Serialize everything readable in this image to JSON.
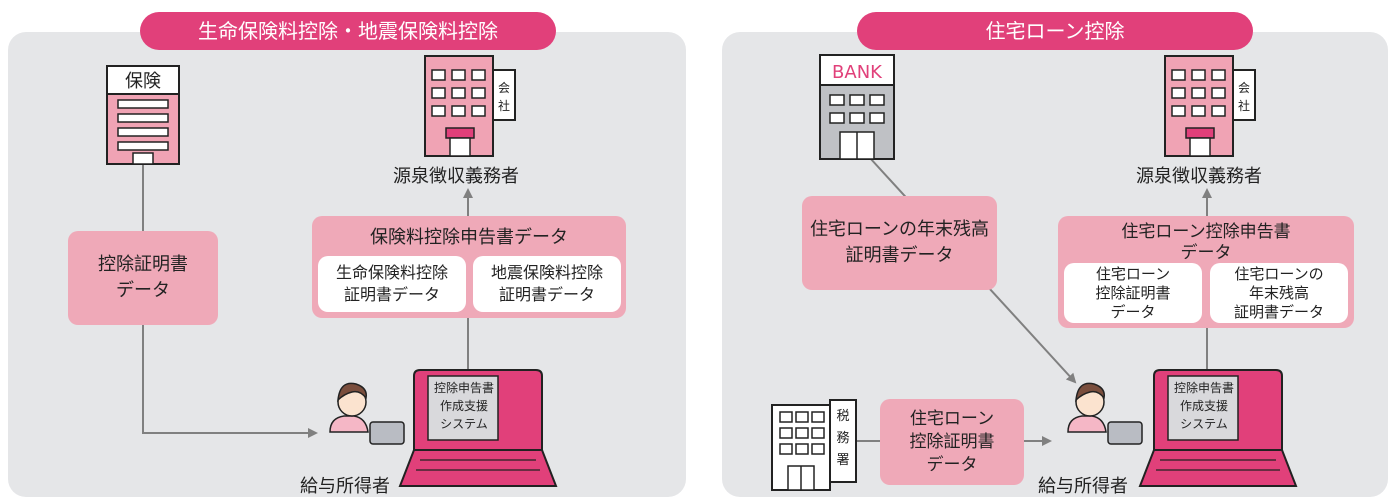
{
  "left": {
    "title": "生命保険料控除・地震保険料控除",
    "insurer_sign": "保険",
    "company_sign": "会社",
    "employer_label": "源泉徴収義務者",
    "cert_box": [
      "控除証明書",
      "データ"
    ],
    "app_box_title": "保険料控除申告書データ",
    "sub_box_1": [
      "生命保険料控除",
      "証明書データ"
    ],
    "sub_box_2": [
      "地震保険料控除",
      "証明書データ"
    ],
    "laptop_screen": [
      "控除申告書",
      "作成支援",
      "システム"
    ],
    "person_label": "給与所得者"
  },
  "right": {
    "title": "住宅ローン控除",
    "bank_sign": "BANK",
    "company_sign": "会社",
    "employer_label": "源泉徴収義務者",
    "balance_box": [
      "住宅ローンの年末残高",
      "証明書データ"
    ],
    "app_box_title": [
      "住宅ローン控除申告書",
      "データ"
    ],
    "sub_box_1": [
      "住宅ローン",
      "控除証明書",
      "データ"
    ],
    "sub_box_2": [
      "住宅ローンの",
      "年末残高",
      "証明書データ"
    ],
    "tax_office_sign": [
      "税",
      "務",
      "署"
    ],
    "tax_cert_box": [
      "住宅ローン",
      "控除証明書",
      "データ"
    ],
    "laptop_screen": [
      "控除申告書",
      "作成支援",
      "システム"
    ],
    "person_label": "給与所得者"
  },
  "colors": {
    "accent": "#e1407a",
    "box": "#efa9b8",
    "panel": "#e5e6e8",
    "arrow": "#808080"
  }
}
